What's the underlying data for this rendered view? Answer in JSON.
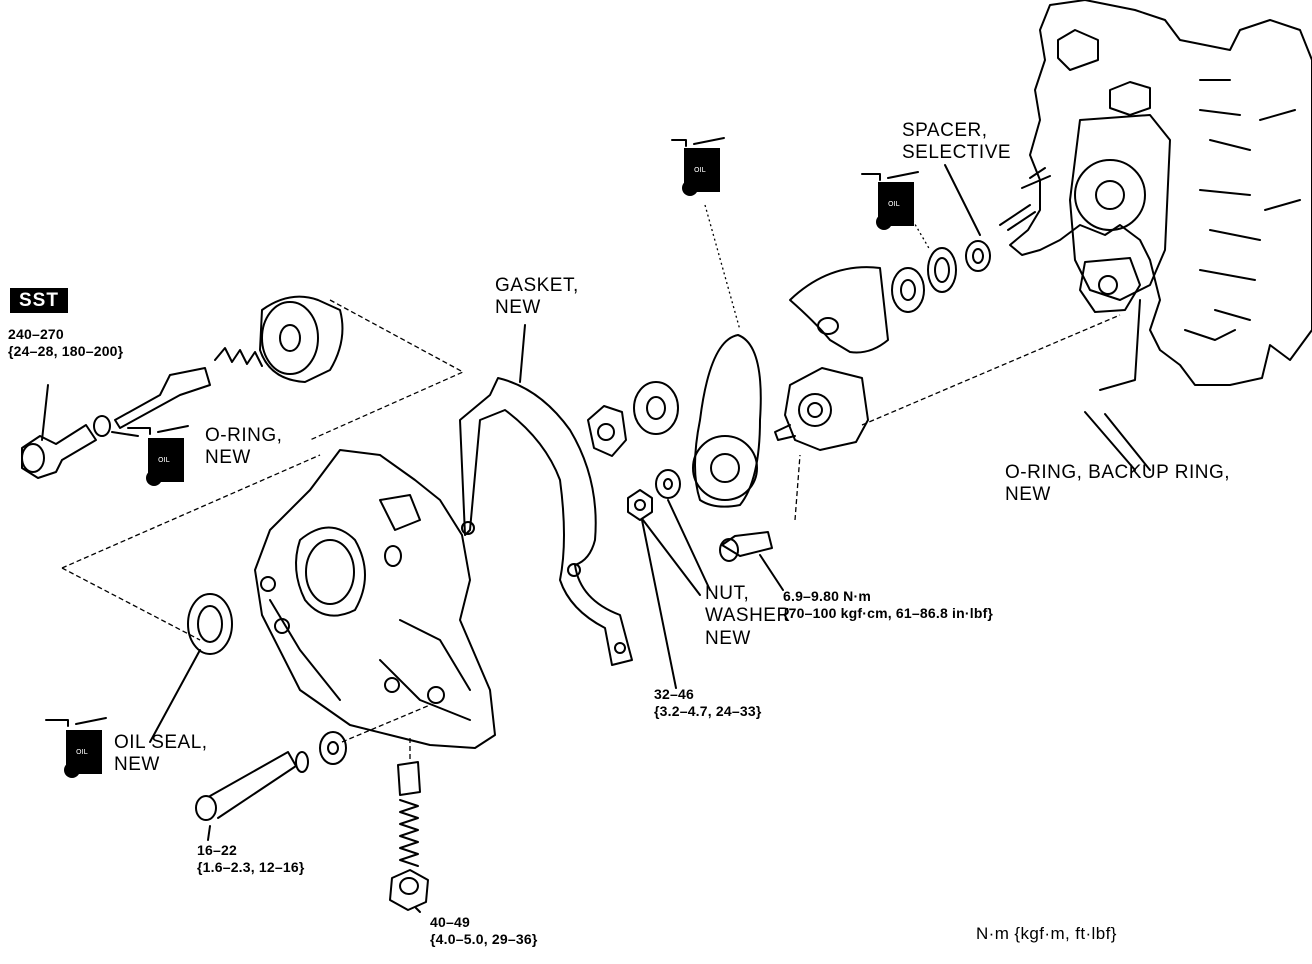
{
  "labels": {
    "sst": "SST",
    "spacer_selective": [
      "SPACER,",
      "SELECTIVE"
    ],
    "gasket_new": [
      "GASKET,",
      "NEW"
    ],
    "o_ring_new": [
      "O-RING,",
      "NEW"
    ],
    "o_ring_backup": [
      "O-RING, BACKUP RING,",
      "NEW"
    ],
    "nut_washer_new": [
      "NUT,",
      "WASHER",
      "NEW"
    ],
    "oil_seal_new": [
      "OIL SEAL,",
      "NEW"
    ]
  },
  "torques": {
    "sst_bolt": [
      "240–270",
      "{24–28, 180–200}"
    ],
    "pump_bolt": [
      "6.9–9.80 N·m",
      "{70–100 kgf·cm, 61–86.8 in·lbf}"
    ],
    "nut": [
      "32–46",
      "{3.2–4.7, 24–33}"
    ],
    "cover_bolt": [
      "16–22",
      "{1.6–2.3, 12–16}"
    ],
    "plug": [
      "40–49",
      "{4.0–5.0, 29–36}"
    ]
  },
  "units": "N·m  {kgf·m,  ft·lbf}",
  "icons": {
    "oil_can_mark": "oil-application-icon",
    "oil_can_text": "OIL"
  }
}
